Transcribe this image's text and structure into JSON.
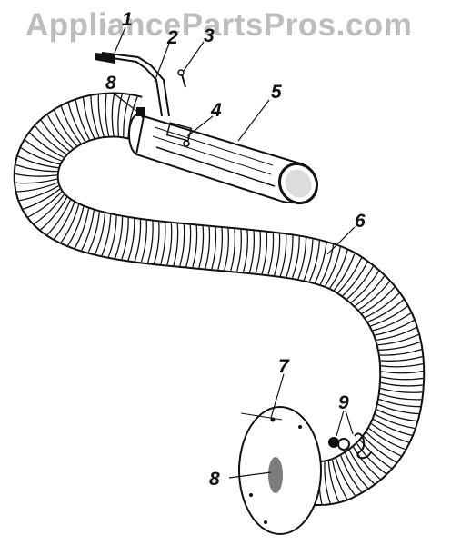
{
  "watermark": "AppliancePartsPros.com",
  "callouts": {
    "c1": "1",
    "c2": "2",
    "c3": "3",
    "c4": "4",
    "c5": "5",
    "c6": "6",
    "c7": "7",
    "c8_top": "8",
    "c8_bottom": "8",
    "c9": "9"
  },
  "colors": {
    "ink": "#111111",
    "watermark": "#bdbdbd",
    "paper": "#ffffff"
  }
}
